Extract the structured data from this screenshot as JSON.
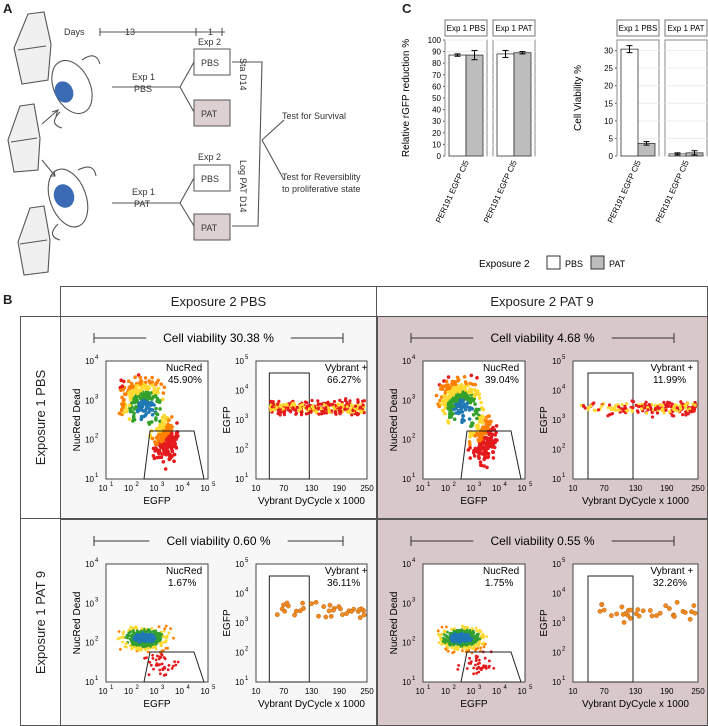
{
  "panel_a": {
    "label": "A",
    "days_label": "Days",
    "day_13": "13",
    "day_1": "1",
    "exp1_pbs": [
      "Exp 1",
      "PBS"
    ],
    "exp1_pat": [
      "Exp 1",
      "PAT"
    ],
    "exp2_top": "Exp 2",
    "exp2_bottom": "Exp 2",
    "box_pbs": "PBS",
    "box_pat": "PAT",
    "sta_label": "Sta D14",
    "log_label": "Log PAT D14",
    "test_survival": "Test for Survival",
    "test_reversibility": [
      "Test for Reversiblity",
      "to proliferative state"
    ]
  },
  "panel_c": {
    "label": "C",
    "legend_title": "Exposure 2",
    "legend_pbs": "PBS",
    "legend_pat": "PAT",
    "colors": {
      "pbs": "#ffffff",
      "pat": "#bdbdbd"
    }
  },
  "chart_data": [
    {
      "type": "bar",
      "ylabel": "Relative rGFP reduction %",
      "ylim": [
        0,
        100
      ],
      "yticks": [
        0,
        10,
        20,
        30,
        40,
        50,
        60,
        70,
        80,
        90,
        100
      ],
      "facets": [
        {
          "strip": "Exp 1 PBS",
          "category": "PER191 EGFP Cl5",
          "series": [
            {
              "name": "PBS",
              "value": 87,
              "err": 1
            },
            {
              "name": "PAT",
              "value": 87,
              "err": 4
            }
          ]
        },
        {
          "strip": "Exp 1 PAT",
          "category": "PER191 EGFP Cl5",
          "series": [
            {
              "name": "PBS",
              "value": 88,
              "err": 3
            },
            {
              "name": "PAT",
              "value": 89,
              "err": 1
            }
          ]
        }
      ]
    },
    {
      "type": "bar",
      "ylabel": "Cell Viability %",
      "ylim": [
        0,
        33
      ],
      "yticks": [
        0,
        5,
        10,
        15,
        20,
        25,
        30
      ],
      "facets": [
        {
          "strip": "Exp 1 PBS",
          "category": "PER191 EGFP Cl5",
          "series": [
            {
              "name": "PBS",
              "value": 30.4,
              "err": 1
            },
            {
              "name": "PAT",
              "value": 3.6,
              "err": 0.5
            }
          ]
        },
        {
          "strip": "Exp 1 PAT",
          "category": "PER191 EGFP Cl5",
          "series": [
            {
              "name": "PBS",
              "value": 0.6,
              "err": 0.3
            },
            {
              "name": "PAT",
              "value": 0.9,
              "err": 0.6
            }
          ]
        }
      ]
    }
  ],
  "panel_b": {
    "label": "B",
    "col_headers": [
      "Exposure 2 PBS",
      "Exposure 2 PAT 9"
    ],
    "row_headers": [
      "Exposure 1 PBS",
      "Exposure 1 PAT 9"
    ],
    "cells": [
      {
        "viability": "Cell viability 30.38 %",
        "nucred": "NucRed",
        "nucred_pct": "45.90%",
        "vybrant": "Vybrant +",
        "vybrant_pct": "66.27%"
      },
      {
        "viability": "Cell viability 4.68 %",
        "nucred": "NucRed",
        "nucred_pct": "39.04%",
        "vybrant": "Vybrant +",
        "vybrant_pct": "11.99%"
      },
      {
        "viability": "Cell viability 0.60 %",
        "nucred": "NucRed",
        "nucred_pct": "1.67%",
        "vybrant": "Vybrant +",
        "vybrant_pct": "36.11%"
      },
      {
        "viability": "Cell viability 0.55 %",
        "nucred": "NucRed",
        "nucred_pct": "1.75%",
        "vybrant": "Vybrant +",
        "vybrant_pct": "32.26%"
      }
    ],
    "axes": {
      "left_y": "NucRed Dead",
      "left_x": "EGFP",
      "right_y": "EGFP",
      "right_x": "Vybrant DyCycle x 1000",
      "log_ticks": [
        "10",
        "10",
        "10",
        "10",
        "10"
      ],
      "log_exps": [
        "1",
        "2",
        "3",
        "4",
        "5"
      ],
      "lin_ticks": [
        "10",
        "70",
        "130",
        "190",
        "250"
      ]
    },
    "cell_colors": [
      "#f7f7f7",
      "#d8c8c9",
      "#f7f7f7",
      "#d8c8c9"
    ]
  }
}
